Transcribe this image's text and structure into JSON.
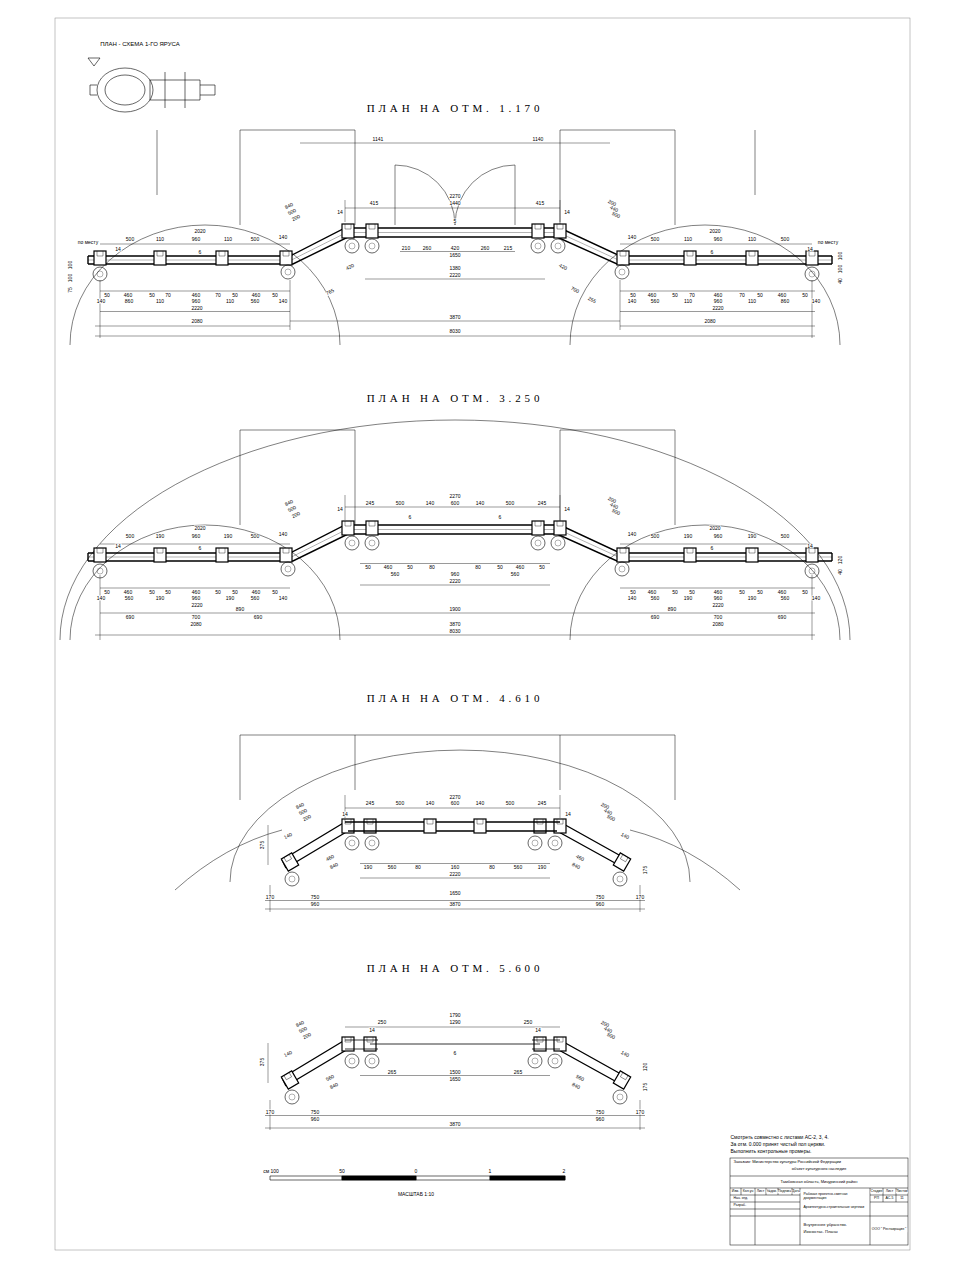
{
  "diagram": {
    "labels": [
      "ПЛАН - СХЕМА 1-ГО ЯРУСА",
      "ПЛАН НА ОТМ. 1.170",
      "1141",
      "1140",
      "2270",
      "1440",
      "415",
      "415",
      "840",
      "500",
      "200",
      "200",
      "440",
      "500",
      "2020",
      "500",
      "110",
      "960",
      "110",
      "500",
      "140",
      "2020",
      "140",
      "500",
      "110",
      "960",
      "110",
      "500",
      "по месту",
      "по месту",
      "210",
      "260",
      "420",
      "260",
      "215",
      "1650",
      "1380",
      "2220",
      "420",
      "420",
      "765",
      "700",
      "255",
      "50",
      "460",
      "50",
      "70",
      "460",
      "70",
      "50",
      "460",
      "50",
      "140",
      "860",
      "110",
      "960",
      "110",
      "560",
      "140",
      "2220",
      "50",
      "460",
      "50",
      "70",
      "460",
      "70",
      "50",
      "460",
      "50",
      "140",
      "560",
      "110",
      "960",
      "110",
      "860",
      "140",
      "2220",
      "2080",
      "3870",
      "2080",
      "8030",
      "75",
      "100",
      "100",
      "40",
      "100",
      "100",
      "14",
      "14",
      "14",
      "14",
      "6",
      "6",
      "5",
      "ПЛАН НА ОТМ. 3.250",
      "2270",
      "245",
      "500",
      "140",
      "600",
      "140",
      "500",
      "245",
      "840",
      "500",
      "200",
      "200",
      "440",
      "500",
      "2020",
      "500",
      "190",
      "960",
      "190",
      "500",
      "140",
      "2020",
      "140",
      "500",
      "190",
      "960",
      "190",
      "500",
      "50",
      "460",
      "50",
      "80",
      "80",
      "50",
      "460",
      "50",
      "560",
      "960",
      "560",
      "2220",
      "50",
      "460",
      "50",
      "50",
      "460",
      "50",
      "50",
      "460",
      "50",
      "140",
      "560",
      "190",
      "960",
      "190",
      "560",
      "140",
      "2220",
      "50",
      "460",
      "50",
      "50",
      "460",
      "50",
      "50",
      "460",
      "50",
      "140",
      "560",
      "190",
      "960",
      "190",
      "560",
      "140",
      "2220",
      "890",
      "1900",
      "890",
      "690",
      "700",
      "690",
      "690",
      "700",
      "690",
      "2080",
      "3870",
      "2080",
      "8030",
      "40",
      "120",
      "14",
      "6",
      "14",
      "6",
      "6",
      "14",
      "6",
      "14",
      "ПЛАН НА ОТМ. 4.610",
      "2270",
      "245",
      "500",
      "140",
      "600",
      "140",
      "500",
      "245",
      "840",
      "500",
      "200",
      "200",
      "440",
      "500",
      "140",
      "140",
      "375",
      "190",
      "560",
      "80",
      "160",
      "80",
      "560",
      "190",
      "2220",
      "460",
      "840",
      "460",
      "840",
      "175",
      "170",
      "750",
      "960",
      "1650",
      "3870",
      "750",
      "170",
      "960",
      "14",
      "14",
      "ПЛАН НА ОТМ. 5.600",
      "1790",
      "250",
      "1290",
      "250",
      "840",
      "500",
      "200",
      "200",
      "440",
      "500",
      "140",
      "140",
      "375",
      "6",
      "265",
      "1500",
      "265",
      "1650",
      "560",
      "840",
      "560",
      "840",
      "120",
      "175",
      "170",
      "750",
      "960",
      "750",
      "170",
      "960",
      "3870",
      "14",
      "14",
      "Смотреть совместно с листами АС-2, 3, 4.",
      "За отм. 0.000 принят чистый пол церкви.",
      "Выполнить контрольные промеры.",
      "см 100",
      "50",
      "0",
      "1",
      "2",
      "МАСШТАБ 1:10",
      "Заказчик: Министерство культуры Российской Федерации",
      "объект культурного наследия",
      "Тамбовская область, Мичуринский район",
      "Изм.",
      "Кол.уч",
      "Лист",
      "№док.",
      "Подпись",
      "Дата",
      "Нач. отд.",
      "Разраб.",
      "Рабочая проектно-сметная документация",
      "Архитектурно-строительные чертежи",
      "Стадия",
      "Лист",
      "Листов",
      "РП",
      "АС-5",
      "11",
      "Внутреннее убранство.",
      "Иконостас. Планы",
      "ООО \" Реставрация \""
    ]
  }
}
